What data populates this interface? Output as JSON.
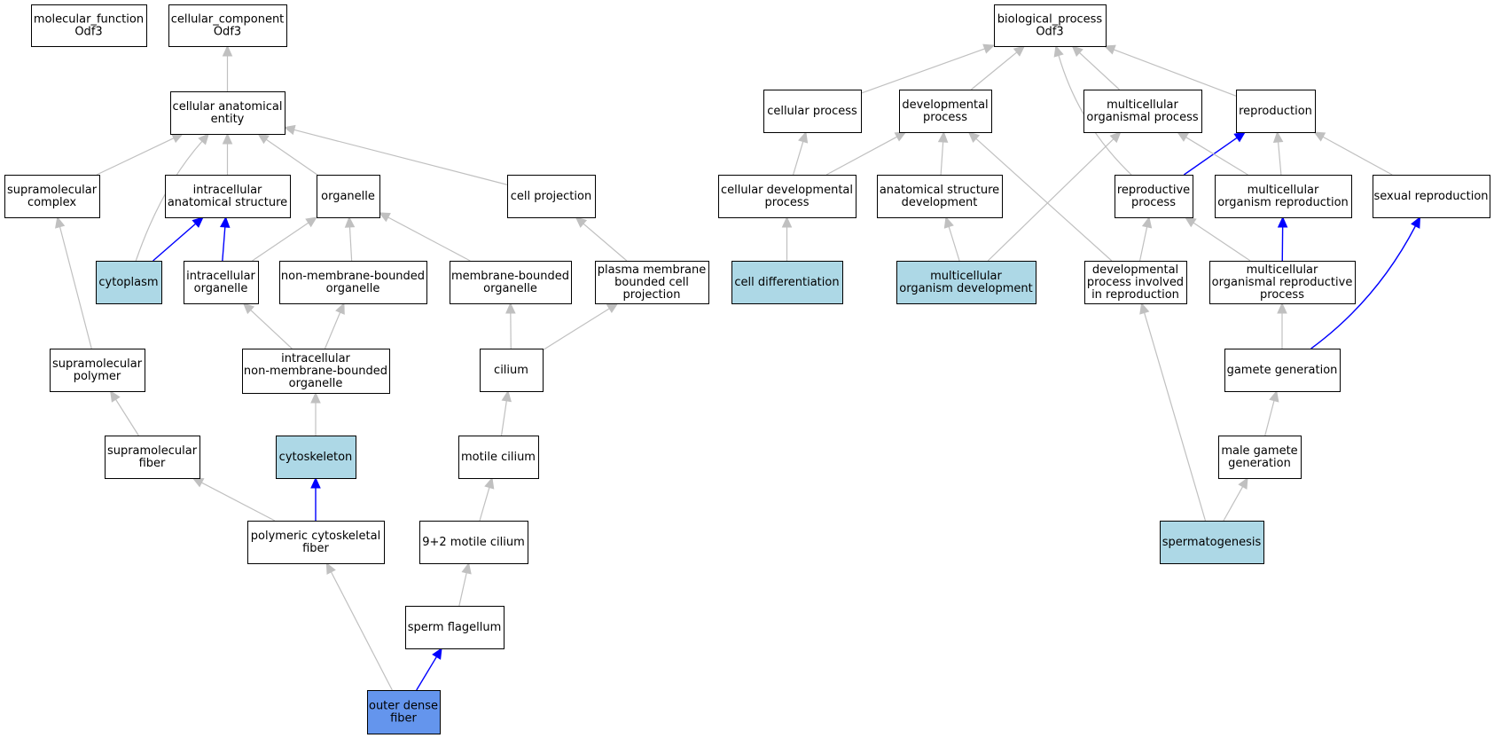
{
  "colors": {
    "default_fill": "#ffffff",
    "highlight_fill": "#add8e6",
    "query_fill": "#6495ed",
    "edge_gray": "#c0c0c0",
    "edge_blue": "#0000ff"
  },
  "nodes": [
    {
      "id": "molecular_function",
      "lines": [
        "molecular_function",
        "Odf3"
      ],
      "fill": "default"
    },
    {
      "id": "cellular_component",
      "lines": [
        "cellular_component",
        "Odf3"
      ],
      "fill": "default"
    },
    {
      "id": "cellular_anatomical_entity",
      "lines": [
        "cellular anatomical",
        "entity"
      ],
      "fill": "default"
    },
    {
      "id": "supramolecular_complex",
      "lines": [
        "supramolecular",
        "complex"
      ],
      "fill": "default"
    },
    {
      "id": "intracellular_anatomical_structure",
      "lines": [
        "intracellular",
        "anatomical structure"
      ],
      "fill": "default"
    },
    {
      "id": "organelle",
      "lines": [
        "organelle"
      ],
      "fill": "default"
    },
    {
      "id": "cell_projection",
      "lines": [
        "cell projection"
      ],
      "fill": "default"
    },
    {
      "id": "cytoplasm",
      "lines": [
        "cytoplasm"
      ],
      "fill": "highlight"
    },
    {
      "id": "intracellular_organelle",
      "lines": [
        "intracellular",
        "organelle"
      ],
      "fill": "default"
    },
    {
      "id": "non_membrane_bounded_organelle",
      "lines": [
        "non-membrane-bounded",
        "organelle"
      ],
      "fill": "default"
    },
    {
      "id": "membrane_bounded_organelle",
      "lines": [
        "membrane-bounded",
        "organelle"
      ],
      "fill": "default"
    },
    {
      "id": "plasma_membrane_bounded_cell_projection",
      "lines": [
        "plasma membrane",
        "bounded cell",
        "projection"
      ],
      "fill": "default"
    },
    {
      "id": "supramolecular_polymer",
      "lines": [
        "supramolecular",
        "polymer"
      ],
      "fill": "default"
    },
    {
      "id": "intracellular_non_membrane_bounded_organelle",
      "lines": [
        "intracellular",
        "non-membrane-bounded",
        "organelle"
      ],
      "fill": "default"
    },
    {
      "id": "cilium",
      "lines": [
        "cilium"
      ],
      "fill": "default"
    },
    {
      "id": "supramolecular_fiber",
      "lines": [
        "supramolecular",
        "fiber"
      ],
      "fill": "default"
    },
    {
      "id": "cytoskeleton",
      "lines": [
        "cytoskeleton"
      ],
      "fill": "highlight"
    },
    {
      "id": "motile_cilium",
      "lines": [
        "motile cilium"
      ],
      "fill": "default"
    },
    {
      "id": "polymeric_cytoskeletal_fiber",
      "lines": [
        "polymeric cytoskeletal",
        "fiber"
      ],
      "fill": "default"
    },
    {
      "id": "nine_plus_two_motile_cilium",
      "lines": [
        "9+2 motile cilium"
      ],
      "fill": "default"
    },
    {
      "id": "sperm_flagellum",
      "lines": [
        "sperm flagellum"
      ],
      "fill": "default"
    },
    {
      "id": "outer_dense_fiber",
      "lines": [
        "outer dense",
        "fiber"
      ],
      "fill": "query"
    },
    {
      "id": "biological_process",
      "lines": [
        "biological_process",
        "Odf3"
      ],
      "fill": "default"
    },
    {
      "id": "cellular_process",
      "lines": [
        "cellular process"
      ],
      "fill": "default"
    },
    {
      "id": "developmental_process",
      "lines": [
        "developmental",
        "process"
      ],
      "fill": "default"
    },
    {
      "id": "multicellular_organismal_process",
      "lines": [
        "multicellular",
        "organismal process"
      ],
      "fill": "default"
    },
    {
      "id": "reproduction",
      "lines": [
        "reproduction"
      ],
      "fill": "default"
    },
    {
      "id": "cellular_developmental_process",
      "lines": [
        "cellular developmental",
        "process"
      ],
      "fill": "default"
    },
    {
      "id": "anatomical_structure_development",
      "lines": [
        "anatomical structure",
        "development"
      ],
      "fill": "default"
    },
    {
      "id": "reproductive_process",
      "lines": [
        "reproductive",
        "process"
      ],
      "fill": "default"
    },
    {
      "id": "multicellular_organism_reproduction",
      "lines": [
        "multicellular",
        "organism reproduction"
      ],
      "fill": "default"
    },
    {
      "id": "sexual_reproduction",
      "lines": [
        "sexual reproduction"
      ],
      "fill": "default"
    },
    {
      "id": "cell_differentiation",
      "lines": [
        "cell differentiation"
      ],
      "fill": "highlight"
    },
    {
      "id": "multicellular_organism_development",
      "lines": [
        "multicellular",
        "organism development"
      ],
      "fill": "highlight"
    },
    {
      "id": "developmental_process_involved_in_reproduction",
      "lines": [
        "developmental",
        "process involved",
        "in reproduction"
      ],
      "fill": "default"
    },
    {
      "id": "multicellular_organismal_reproductive_process",
      "lines": [
        "multicellular",
        "organismal reproductive",
        "process"
      ],
      "fill": "default"
    },
    {
      "id": "gamete_generation",
      "lines": [
        "gamete generation"
      ],
      "fill": "default"
    },
    {
      "id": "male_gamete_generation",
      "lines": [
        "male gamete",
        "generation"
      ],
      "fill": "default"
    },
    {
      "id": "spermatogenesis",
      "lines": [
        "spermatogenesis"
      ],
      "fill": "highlight"
    }
  ],
  "edges": [
    {
      "from": "cellular_anatomical_entity",
      "to": "cellular_component",
      "color": "gray"
    },
    {
      "from": "supramolecular_complex",
      "to": "cellular_anatomical_entity",
      "color": "gray"
    },
    {
      "from": "cytoplasm",
      "to": "cellular_anatomical_entity",
      "color": "gray"
    },
    {
      "from": "intracellular_anatomical_structure",
      "to": "cellular_anatomical_entity",
      "color": "gray"
    },
    {
      "from": "organelle",
      "to": "cellular_anatomical_entity",
      "color": "gray"
    },
    {
      "from": "cell_projection",
      "to": "cellular_anatomical_entity",
      "color": "gray"
    },
    {
      "from": "cytoplasm",
      "to": "intracellular_anatomical_structure",
      "color": "blue"
    },
    {
      "from": "intracellular_organelle",
      "to": "intracellular_anatomical_structure",
      "color": "blue"
    },
    {
      "from": "intracellular_organelle",
      "to": "organelle",
      "color": "gray"
    },
    {
      "from": "non_membrane_bounded_organelle",
      "to": "organelle",
      "color": "gray"
    },
    {
      "from": "membrane_bounded_organelle",
      "to": "organelle",
      "color": "gray"
    },
    {
      "from": "plasma_membrane_bounded_cell_projection",
      "to": "cell_projection",
      "color": "gray"
    },
    {
      "from": "supramolecular_polymer",
      "to": "supramolecular_complex",
      "color": "gray"
    },
    {
      "from": "intracellular_non_membrane_bounded_organelle",
      "to": "intracellular_organelle",
      "color": "gray"
    },
    {
      "from": "intracellular_non_membrane_bounded_organelle",
      "to": "non_membrane_bounded_organelle",
      "color": "gray"
    },
    {
      "from": "cilium",
      "to": "membrane_bounded_organelle",
      "color": "gray"
    },
    {
      "from": "cilium",
      "to": "plasma_membrane_bounded_cell_projection",
      "color": "gray"
    },
    {
      "from": "supramolecular_fiber",
      "to": "supramolecular_polymer",
      "color": "gray"
    },
    {
      "from": "cytoskeleton",
      "to": "intracellular_non_membrane_bounded_organelle",
      "color": "gray"
    },
    {
      "from": "motile_cilium",
      "to": "cilium",
      "color": "gray"
    },
    {
      "from": "polymeric_cytoskeletal_fiber",
      "to": "supramolecular_fiber",
      "color": "gray"
    },
    {
      "from": "polymeric_cytoskeletal_fiber",
      "to": "cytoskeleton",
      "color": "blue"
    },
    {
      "from": "nine_plus_two_motile_cilium",
      "to": "motile_cilium",
      "color": "gray"
    },
    {
      "from": "sperm_flagellum",
      "to": "nine_plus_two_motile_cilium",
      "color": "gray"
    },
    {
      "from": "outer_dense_fiber",
      "to": "polymeric_cytoskeletal_fiber",
      "color": "gray"
    },
    {
      "from": "outer_dense_fiber",
      "to": "sperm_flagellum",
      "color": "blue"
    },
    {
      "from": "cellular_process",
      "to": "biological_process",
      "color": "gray"
    },
    {
      "from": "developmental_process",
      "to": "biological_process",
      "color": "gray"
    },
    {
      "from": "multicellular_organismal_process",
      "to": "biological_process",
      "color": "gray"
    },
    {
      "from": "reproduction",
      "to": "biological_process",
      "color": "gray"
    },
    {
      "from": "reproductive_process",
      "to": "biological_process",
      "color": "gray"
    },
    {
      "from": "cellular_developmental_process",
      "to": "cellular_process",
      "color": "gray"
    },
    {
      "from": "cellular_developmental_process",
      "to": "developmental_process",
      "color": "gray"
    },
    {
      "from": "anatomical_structure_development",
      "to": "developmental_process",
      "color": "gray"
    },
    {
      "from": "developmental_process_involved_in_reproduction",
      "to": "developmental_process",
      "color": "gray"
    },
    {
      "from": "reproductive_process",
      "to": "reproduction",
      "color": "blue"
    },
    {
      "from": "multicellular_organism_reproduction",
      "to": "reproduction",
      "color": "gray"
    },
    {
      "from": "multicellular_organism_reproduction",
      "to": "multicellular_organismal_process",
      "color": "gray"
    },
    {
      "from": "sexual_reproduction",
      "to": "reproduction",
      "color": "gray"
    },
    {
      "from": "cell_differentiation",
      "to": "cellular_developmental_process",
      "color": "gray"
    },
    {
      "from": "multicellular_organism_development",
      "to": "anatomical_structure_development",
      "color": "gray"
    },
    {
      "from": "multicellular_organism_development",
      "to": "multicellular_organismal_process",
      "color": "gray"
    },
    {
      "from": "developmental_process_involved_in_reproduction",
      "to": "reproductive_process",
      "color": "gray"
    },
    {
      "from": "multicellular_organismal_reproductive_process",
      "to": "reproductive_process",
      "color": "gray"
    },
    {
      "from": "multicellular_organismal_reproductive_process",
      "to": "multicellular_organism_reproduction",
      "color": "blue"
    },
    {
      "from": "gamete_generation",
      "to": "multicellular_organismal_reproductive_process",
      "color": "gray"
    },
    {
      "from": "gamete_generation",
      "to": "sexual_reproduction",
      "color": "blue"
    },
    {
      "from": "male_gamete_generation",
      "to": "gamete_generation",
      "color": "gray"
    },
    {
      "from": "spermatogenesis",
      "to": "male_gamete_generation",
      "color": "gray"
    },
    {
      "from": "spermatogenesis",
      "to": "developmental_process_involved_in_reproduction",
      "color": "gray"
    }
  ]
}
